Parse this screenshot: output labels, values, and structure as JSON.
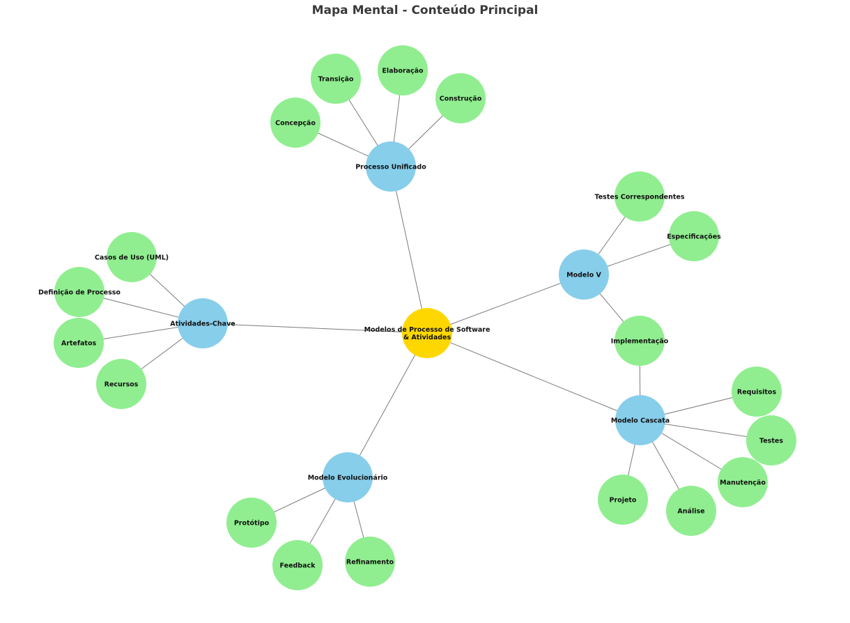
{
  "title": "Mapa Mental - Conteúdo Principal",
  "colors": {
    "root": "#FFD700",
    "branch": "#87CEEB",
    "leaf": "#90EE90",
    "edge": "#7a7a7a",
    "text": "#111111"
  },
  "nodes": {
    "root": {
      "kind": "root",
      "lines": [
        "Modelos de Processo de Software",
        "& Atividades"
      ]
    },
    "pu": {
      "kind": "branch",
      "lines": [
        "Processo Unificado"
      ]
    },
    "mv": {
      "kind": "branch",
      "lines": [
        "Modelo V"
      ]
    },
    "ac": {
      "kind": "branch",
      "lines": [
        "Atividades-Chave"
      ]
    },
    "mc": {
      "kind": "branch",
      "lines": [
        "Modelo Cascata"
      ]
    },
    "me": {
      "kind": "branch",
      "lines": [
        "Modelo Evolucionário"
      ]
    },
    "transicao": {
      "kind": "leaf",
      "lines": [
        "Transição"
      ]
    },
    "elaboracao": {
      "kind": "leaf",
      "lines": [
        "Elaboração"
      ]
    },
    "construcao": {
      "kind": "leaf",
      "lines": [
        "Construção"
      ]
    },
    "concepcao": {
      "kind": "leaf",
      "lines": [
        "Concepção"
      ]
    },
    "testes_corr": {
      "kind": "leaf",
      "lines": [
        "Testes Correspondentes"
      ]
    },
    "especificacoes": {
      "kind": "leaf",
      "lines": [
        "Especificações"
      ]
    },
    "implementacao": {
      "kind": "leaf",
      "lines": [
        "Implementação"
      ]
    },
    "casos_uso": {
      "kind": "leaf",
      "lines": [
        "Casos de Uso (UML)"
      ]
    },
    "def_processo": {
      "kind": "leaf",
      "lines": [
        "Definição de Processo"
      ]
    },
    "artefatos": {
      "kind": "leaf",
      "lines": [
        "Artefatos"
      ]
    },
    "recursos": {
      "kind": "leaf",
      "lines": [
        "Recursos"
      ]
    },
    "requisitos": {
      "kind": "leaf",
      "lines": [
        "Requisitos"
      ]
    },
    "testes": {
      "kind": "leaf",
      "lines": [
        "Testes"
      ]
    },
    "manutencao": {
      "kind": "leaf",
      "lines": [
        "Manutenção"
      ]
    },
    "analise": {
      "kind": "leaf",
      "lines": [
        "Análise"
      ]
    },
    "projeto": {
      "kind": "leaf",
      "lines": [
        "Projeto"
      ]
    },
    "prototipo": {
      "kind": "leaf",
      "lines": [
        "Protótipo"
      ]
    },
    "feedback": {
      "kind": "leaf",
      "lines": [
        "Feedback"
      ]
    },
    "refinamento": {
      "kind": "leaf",
      "lines": [
        "Refinamento"
      ]
    }
  },
  "edges": [
    [
      "root",
      "pu"
    ],
    [
      "root",
      "mv"
    ],
    [
      "root",
      "ac"
    ],
    [
      "root",
      "mc"
    ],
    [
      "root",
      "me"
    ],
    [
      "pu",
      "transicao"
    ],
    [
      "pu",
      "elaboracao"
    ],
    [
      "pu",
      "construcao"
    ],
    [
      "pu",
      "concepcao"
    ],
    [
      "mv",
      "testes_corr"
    ],
    [
      "mv",
      "especificacoes"
    ],
    [
      "mv",
      "implementacao"
    ],
    [
      "mc",
      "implementacao"
    ],
    [
      "ac",
      "casos_uso"
    ],
    [
      "ac",
      "def_processo"
    ],
    [
      "ac",
      "artefatos"
    ],
    [
      "ac",
      "recursos"
    ],
    [
      "mc",
      "requisitos"
    ],
    [
      "mc",
      "testes"
    ],
    [
      "mc",
      "manutencao"
    ],
    [
      "mc",
      "analise"
    ],
    [
      "mc",
      "projeto"
    ],
    [
      "me",
      "prototipo"
    ],
    [
      "me",
      "feedback"
    ],
    [
      "me",
      "refinamento"
    ]
  ]
}
